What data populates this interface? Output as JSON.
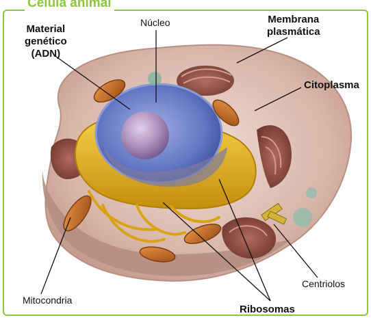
{
  "title": "Célula animal",
  "labels": {
    "material_genetico": [
      "Material",
      "genético",
      "(ADN)"
    ],
    "nucleo": "Núcleo",
    "membrana": [
      "Membrana",
      "plasmática"
    ],
    "citoplasma": "Citoplasma",
    "centriolos": "Centriolos",
    "mitocondria": "Mitocondria",
    "ribosomas": "Ribosomas"
  },
  "colors": {
    "frame_border": "#8cc63f",
    "title": "#8cc63f",
    "cell_membrane": "#e9c9bf",
    "cytoplasm": "#c7aaa0",
    "nucleus_envelope": "#5c6fb3",
    "nucleolus": "#a98ab7",
    "endoplasmic_reticulum": "#e7b21a",
    "golgi": "#8a4a40",
    "mitochondria": "#c9722a"
  }
}
